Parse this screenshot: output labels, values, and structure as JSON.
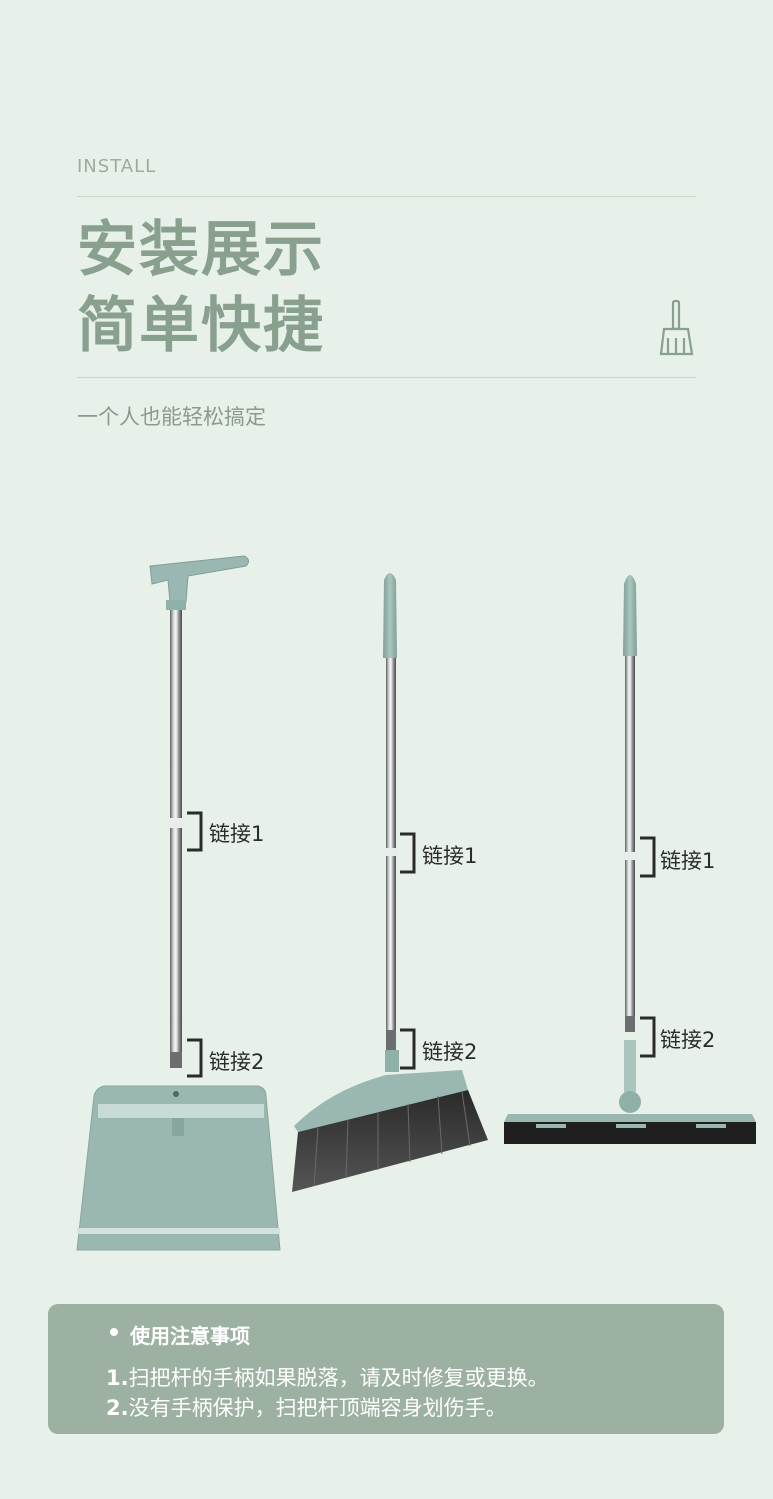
{
  "header": {
    "eyebrow": "INSTALL",
    "title_line1": "安装展示",
    "title_line2": "简单快捷",
    "subtitle": "一个人也能轻松搞定",
    "icon": "broom-icon"
  },
  "products": [
    {
      "name": "dustpan",
      "connector1": "链接1",
      "connector2": "链接2"
    },
    {
      "name": "broom",
      "connector1": "链接1",
      "connector2": "链接2"
    },
    {
      "name": "squeegee",
      "connector1": "链接1",
      "connector2": "链接2"
    }
  ],
  "notice": {
    "heading": "使用注意事项",
    "items": [
      {
        "num": "1.",
        "text": "扫把杆的手柄如果脱落，请及时修复或更换。"
      },
      {
        "num": "2.",
        "text": "没有手柄保护，扫把杆顶端容身划伤手。"
      }
    ]
  },
  "colors": {
    "background": "#e7f1ea",
    "title": "#8aa08f",
    "product": "#9ab8b1",
    "notice_bg": "#9cb1a1"
  }
}
